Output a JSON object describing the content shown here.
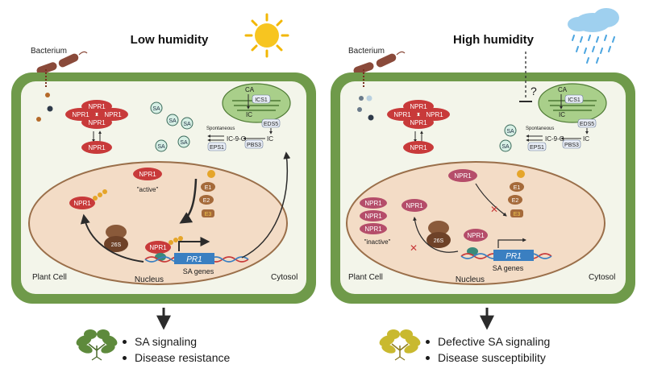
{
  "panels": [
    {
      "title": "Low humidity",
      "weather_icon": "sun-icon",
      "bacterium_label": "Bacterium",
      "plant_cell_label": "Plant Cell",
      "nucleus_label": "Nucleus",
      "cytosol_label": "Cytosol",
      "npr1_label": "NPR1",
      "npr1_state": "\"active\"",
      "proteasome_label": "26S",
      "e1_label": "E1",
      "e2_label": "E2",
      "e3_label": "E3",
      "gene_label": "PR1",
      "sa_genes_label": "SA genes",
      "sa_label": "SA",
      "chloroplast": {
        "ca": "CA",
        "ics1": "ICS1",
        "ic": "IC"
      },
      "cytosol_pathway": {
        "eds5": "EDS5",
        "ic": "IC",
        "pbs3": "PBS3",
        "ic9g": "IC-9-G",
        "eps1": "EPS1",
        "spontaneous": "Spontaneous"
      },
      "outcomes": [
        "SA signaling",
        "Disease resistance"
      ],
      "plant_color": "#5e8a3c"
    },
    {
      "title": "High humidity",
      "weather_icon": "rain-cloud-icon",
      "bacterium_label": "Bacterium",
      "question_mark": "?",
      "plant_cell_label": "Plant Cell",
      "nucleus_label": "Nucleus",
      "cytosol_label": "Cytosol",
      "npr1_label": "NPR1",
      "npr1_state": "\"inactive\"",
      "proteasome_label": "26S",
      "e1_label": "E1",
      "e2_label": "E2",
      "e3_label": "E3",
      "gene_label": "PR1",
      "sa_genes_label": "SA genes",
      "sa_label": "SA",
      "chloroplast": {
        "ca": "CA",
        "ics1": "ICS1",
        "ic": "IC"
      },
      "cytosol_pathway": {
        "eds5": "EDS5",
        "ic": "IC",
        "pbs3": "PBS3",
        "ic9g": "IC-9-G",
        "eps1": "EPS1",
        "spontaneous": "Spontaneous"
      },
      "outcomes": [
        "Defective SA signaling",
        "Disease susceptibility"
      ],
      "plant_color": "#c9b92f"
    }
  ],
  "colors": {
    "cell_wall": "#6f9a4a",
    "cytoplasm": "#f3f5ea",
    "nucleus_fill": "#f3dcc6",
    "nucleus_border": "#9a6f4a",
    "npr1_active": "#c83a3a",
    "npr1_inactive": "#b54d6a",
    "sa_fill": "#d6efe5",
    "chloroplast": "#a9cf8a",
    "gene_box": "#3a7fc1"
  }
}
